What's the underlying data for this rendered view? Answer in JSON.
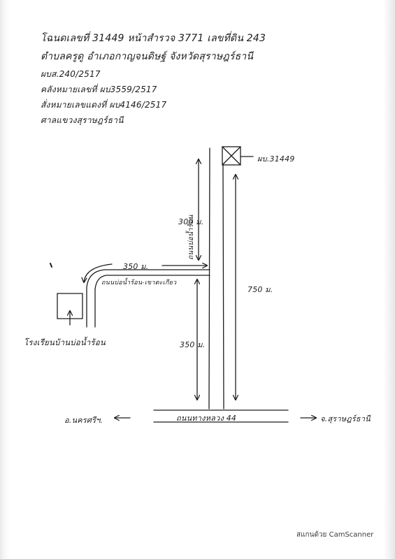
{
  "header": {
    "line1": "โฉนดเลขที่ 31449 หน้าสำรวจ 3771 เลขที่ดิน 243",
    "line2": "ตำบลครูดู อำเภอกาญจนดิษฐ์ จังหวัดสุราษฎร์ธานี",
    "line3": "ผบส.240/2517",
    "line4": "คลังหมายเลขที่ ผบ3559/2517",
    "line5": "สั่งหมายเลขแดงที่ ผบ4146/2517",
    "line6": "ศาลแขวงสุราษฎร์ธานี"
  },
  "map": {
    "plot_label": "ผบ.31449",
    "dist_300": "300 ม.",
    "dist_350_top": "350 ม.",
    "dist_750": "750 ม.",
    "dist_350_bottom": "350 ม.",
    "road_vertical": "ถนนบ่อน้ำร้อน",
    "road_side": "ถนนบ่อน้ำร้อน-เขาตะเกียว",
    "school": "โรงเรียนบ้านบ่อน้ำร้อน",
    "highway": "ถนนทางหลวง 44",
    "left_dest": "อ.นครศรีฯ.",
    "right_dest": "จ.สุราษฎร์ธานี"
  },
  "footer": {
    "scanner": "สแกนด้วย CamScanner"
  }
}
